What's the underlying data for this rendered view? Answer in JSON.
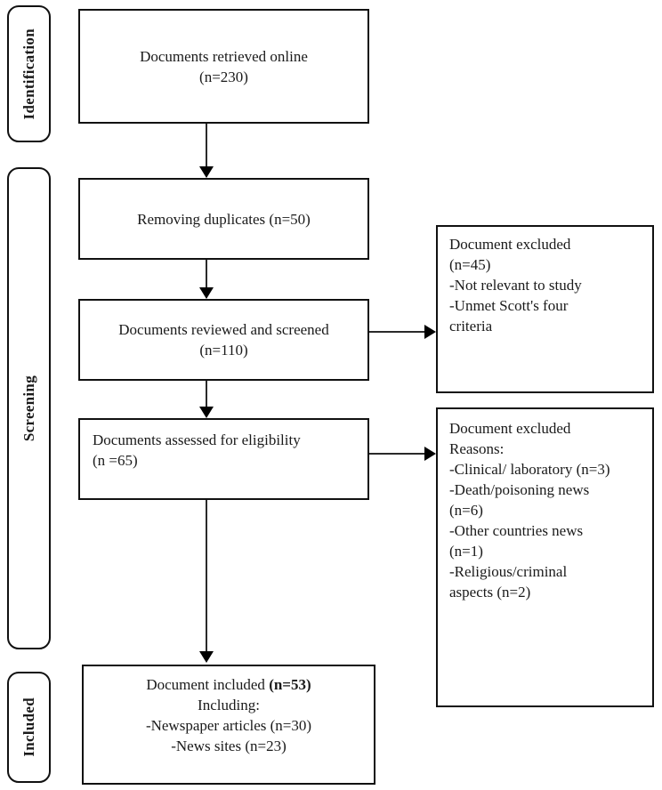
{
  "colors": {
    "border": "#111111",
    "ink": "#1a1a1a",
    "background": "#ffffff",
    "arrow": "#000000"
  },
  "stages": [
    {
      "label": "Identification"
    },
    {
      "label": "Screening"
    },
    {
      "label": "Included"
    }
  ],
  "flow": {
    "retrieved": {
      "title": "Documents retrieved online",
      "count": "(n=230)"
    },
    "duplicates": {
      "title": "Removing duplicates (n=50)"
    },
    "screened": {
      "title": "Documents reviewed and screened",
      "count": "(n=110)"
    },
    "eligibility": {
      "title": "Documents assessed for eligibility",
      "count": "(n =65)"
    },
    "included": {
      "title": "Document included ",
      "count_bold": "(n=53)",
      "subtitle": "Including:",
      "items": [
        "-Newspaper articles (n=30)",
        "-News sites (n=23)"
      ]
    }
  },
  "exclusions": {
    "screening": {
      "title": "Document excluded",
      "count": "(n=45)",
      "reasons": [
        {
          "line1": "-Not relevant to study",
          "line2": ""
        },
        {
          "line1": "-Unmet Scott's four",
          "line2": "criteria"
        }
      ]
    },
    "eligibility": {
      "title": "Document excluded",
      "subtitle": "Reasons:",
      "reasons": [
        {
          "line1": "-Clinical/ laboratory (n=3)",
          "line2": ""
        },
        {
          "line1": "-Death/poisoning news",
          "line2": "(n=6)"
        },
        {
          "line1": "-Other countries news",
          "line2": "(n=1)"
        },
        {
          "line1": "-Religious/criminal",
          "line2": "aspects (n=2)"
        }
      ]
    }
  }
}
